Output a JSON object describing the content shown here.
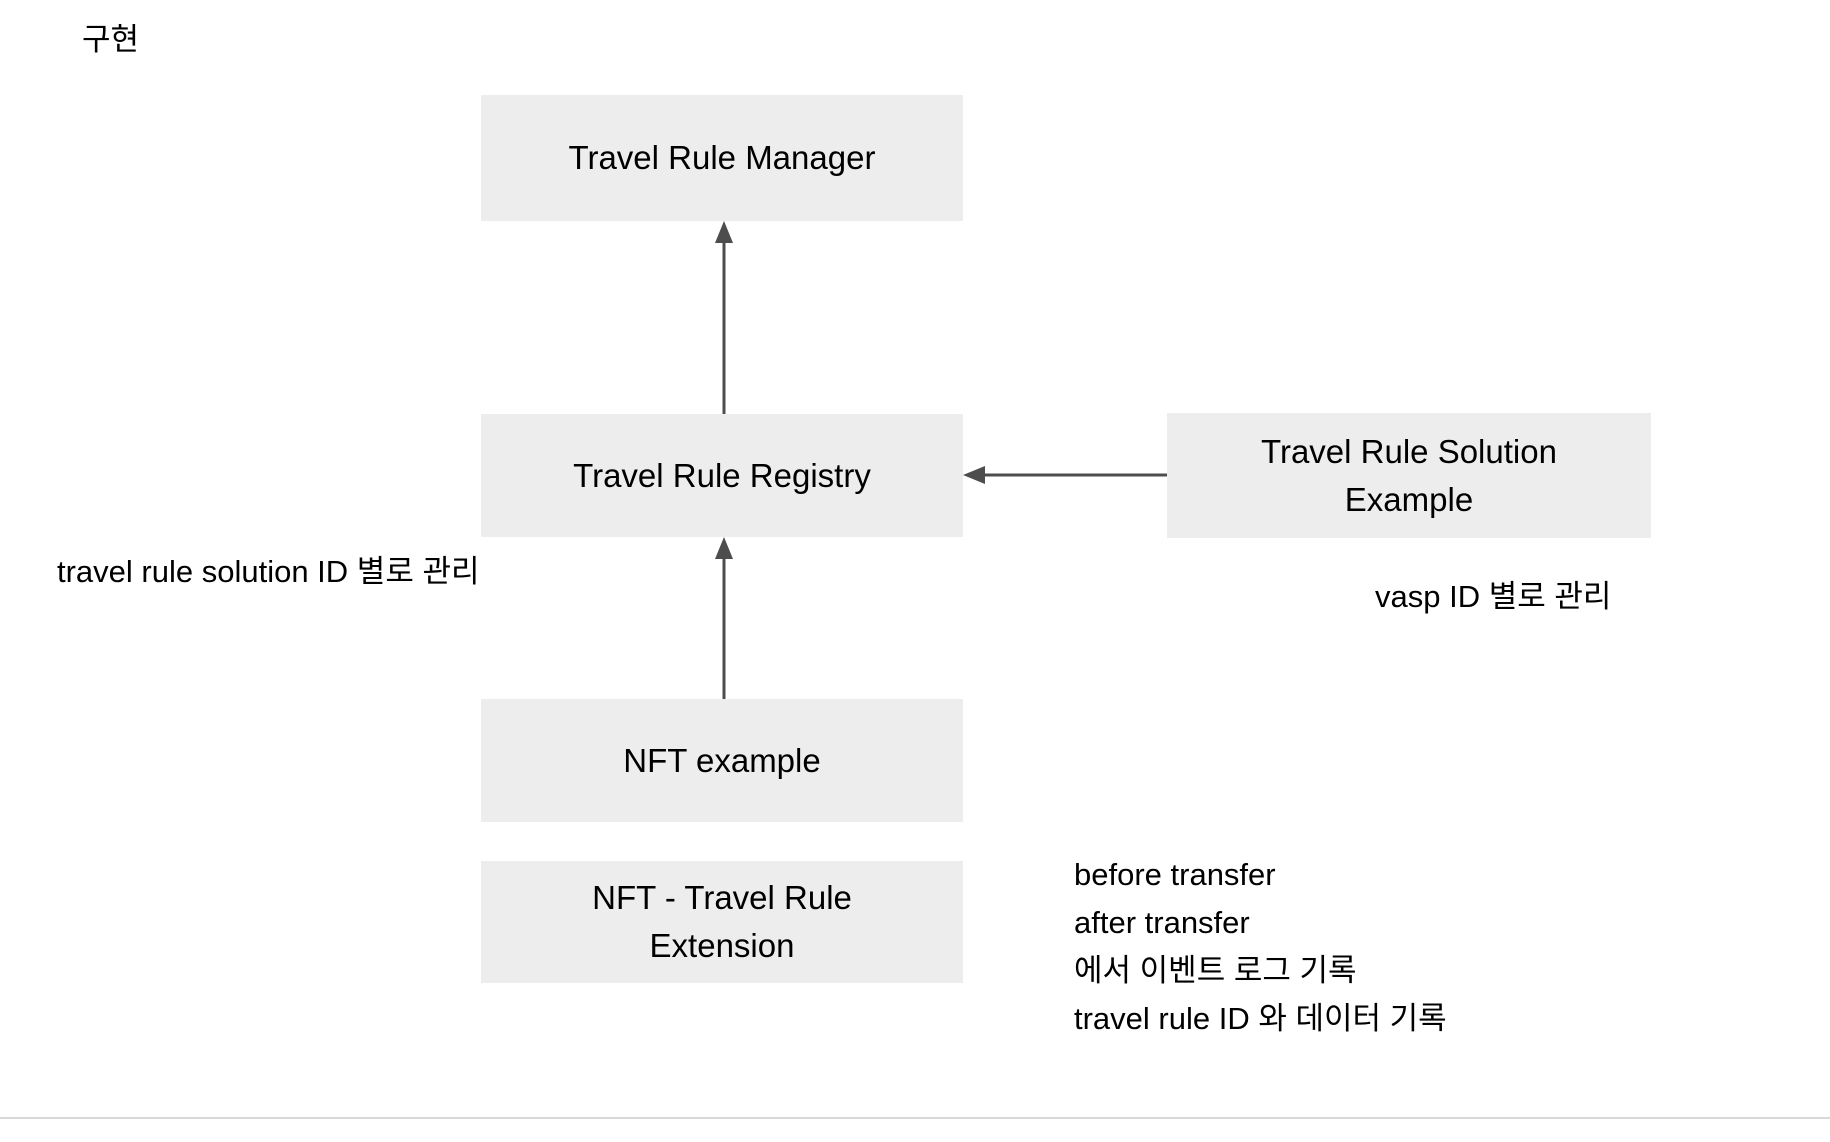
{
  "diagram": {
    "title": "구현",
    "background_color": "#ffffff",
    "node_fill": "#ededed",
    "edge_color": "#4d4d4d",
    "nodes": [
      {
        "id": "travel-rule-manager",
        "label": "Travel Rule Manager"
      },
      {
        "id": "travel-rule-registry",
        "label": "Travel Rule Registry"
      },
      {
        "id": "travel-rule-solution-example",
        "label": "Travel Rule Solution\nExample"
      },
      {
        "id": "nft-example",
        "label": "NFT example"
      },
      {
        "id": "nft-travel-rule-extension",
        "label": "NFT - Travel Rule\nExtension"
      }
    ],
    "edges": [
      {
        "id": "registry-to-manager",
        "from": "travel-rule-registry",
        "to": "travel-rule-manager",
        "direction": "up"
      },
      {
        "id": "nft-example-to-registry",
        "from": "nft-example",
        "to": "travel-rule-registry",
        "direction": "up"
      },
      {
        "id": "solution-example-to-registry",
        "from": "travel-rule-solution-example",
        "to": "travel-rule-registry",
        "direction": "left"
      }
    ],
    "annotations": [
      {
        "id": "registry-note",
        "text": "travel rule solution ID 별로 관리"
      },
      {
        "id": "solution-note",
        "text": "vasp ID 별로 관리"
      },
      {
        "id": "transfer-note",
        "text": "before transfer\nafter transfer\n에서 이벤트 로그 기록\ntravel rule ID 와 데이터 기록"
      }
    ]
  }
}
